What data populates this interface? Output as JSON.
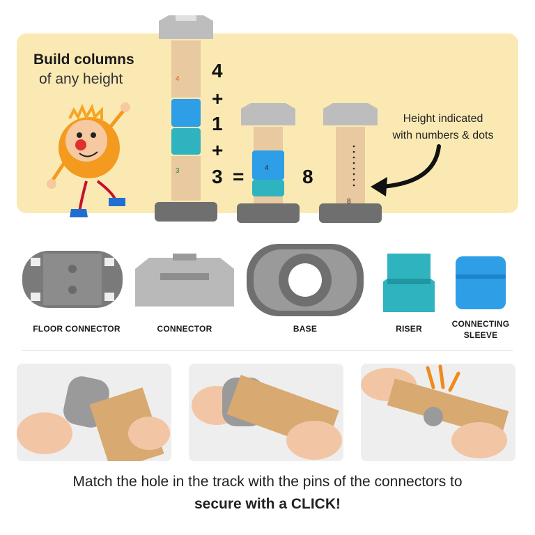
{
  "hero": {
    "headline_bold": "Build columns",
    "headline_light": "of any height",
    "equation": {
      "a": "4",
      "plus1": "+",
      "b": "1",
      "plus2": "+",
      "c": "3",
      "equals": "=",
      "result": "8"
    },
    "callout_line1": "Height indicated",
    "callout_line2": "with numbers & dots",
    "post_marks": [
      "4",
      "3",
      "4",
      "8"
    ]
  },
  "parts": [
    {
      "label": "FLOOR CONNECTOR"
    },
    {
      "label": "CONNECTOR"
    },
    {
      "label": "BASE"
    },
    {
      "label": "RISER"
    },
    {
      "label_line1": "CONNECTING",
      "label_line2": "SLEEVE"
    }
  ],
  "caption": {
    "regular": "Match the hole in the track with the pins of the connectors to ",
    "bold": "secure with a CLICK!"
  },
  "colors": {
    "hero_bg": "#fbe9b4",
    "wood": "#e9c9a0",
    "connector_gray": "#b9b9b9",
    "base_gray": "#6f6f6f",
    "sleeve_blue": "#2e9ee6",
    "riser_teal": "#2fb4bf",
    "figure_orange": "#f39a1f",
    "accent_orange": "#f08a1c"
  }
}
